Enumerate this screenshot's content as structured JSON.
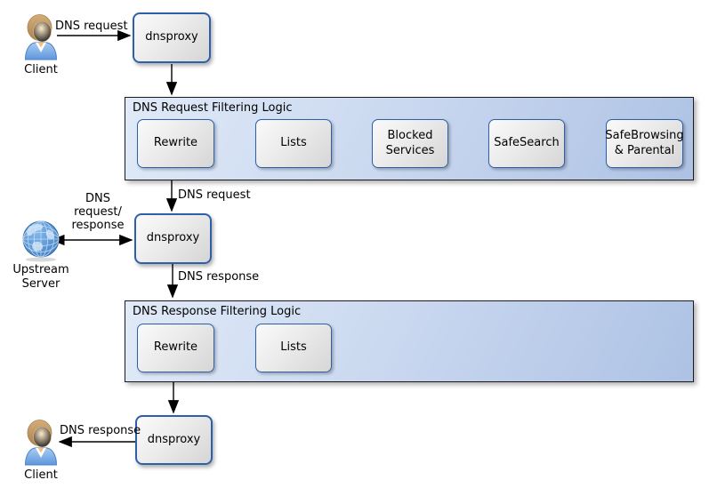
{
  "colors": {
    "background": "#ffffff",
    "group_fill_light": "#e0eaf8",
    "group_fill_dark": "#adc2e4",
    "group_border": "#1c1c1c",
    "node_fill_light": "#fafafa",
    "node_fill_dark": "#d5d5d5",
    "node_border": "#2e5fa8",
    "arrow": "#000000"
  },
  "actors": {
    "client_top": {
      "label": "Client"
    },
    "upstream": {
      "label_line1": "Upstream",
      "label_line2": "Server"
    },
    "client_bottom": {
      "label": "Client"
    }
  },
  "proxies": {
    "top": {
      "label": "dnsproxy"
    },
    "middle": {
      "label": "dnsproxy"
    },
    "bottom": {
      "label": "dnsproxy"
    }
  },
  "request_filter": {
    "title": "DNS Request Filtering Logic",
    "steps": [
      "Rewrite",
      "Lists",
      "Blocked Services",
      "SafeSearch",
      "SafeBrowsing & Parental"
    ]
  },
  "response_filter": {
    "title": "DNS Response Filtering Logic",
    "steps": [
      "Rewrite",
      "Lists"
    ]
  },
  "edge_labels": {
    "client_request": "DNS request",
    "request_into_proxy": "DNS request",
    "upstream_line1": "DNS",
    "upstream_line2": "request/",
    "upstream_line3": "response",
    "response_from_proxy": "DNS response",
    "response_to_client": "DNS response"
  }
}
